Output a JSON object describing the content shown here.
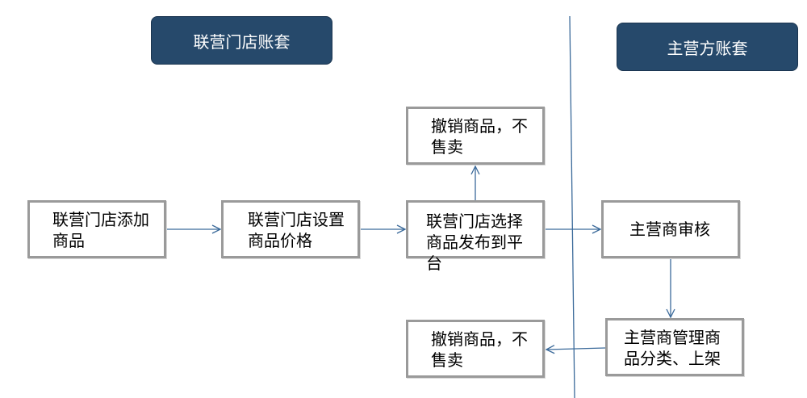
{
  "headers": {
    "left": "联营门店账套",
    "right": "主营方账套"
  },
  "boxes": {
    "add_product": "联营门店添加商品",
    "set_price": "联营门店设置商品价格",
    "publish": "联营门店选择商品发布到平台",
    "cancel_top": "撤销商品，不售卖",
    "audit": "主营商审核",
    "manage": "主营商管理商品分类、上架",
    "cancel_bottom": "撤销商品，不售卖"
  },
  "colors": {
    "header_bg": "#26496b",
    "box_border": "#9a9a9a",
    "arrow": "#3b6a9a"
  }
}
